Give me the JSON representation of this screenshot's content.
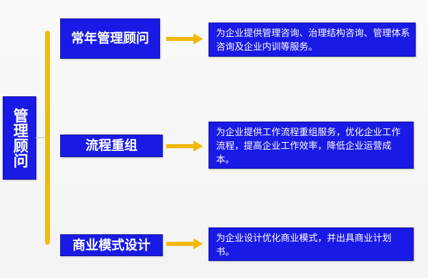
{
  "root": {
    "label": "管理顾问"
  },
  "colors": {
    "box_blue": "#1a1ae6",
    "connector_yellow": "#f2b80e"
  },
  "branches": [
    {
      "category": "常年管理顾问",
      "description": "为企业提供管理咨询、治理结构咨询、管理体系咨询及企业内训等服务。"
    },
    {
      "category": "流程重组",
      "description": "为企业提供工作流程重组服务，优化企业工作流程，提高企业工作效率，降低企业运营成本。"
    },
    {
      "category": "商业模式设计",
      "description": "为企业设计优化商业模式，并出具商业计划书。"
    }
  ]
}
